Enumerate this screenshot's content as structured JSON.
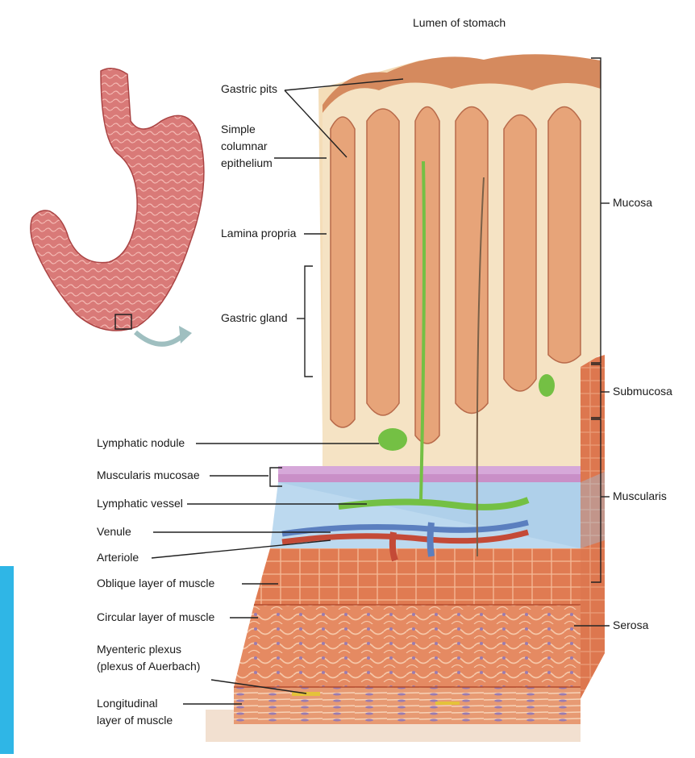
{
  "figure": {
    "colors": {
      "accent_bar": "#2fb6e6",
      "mucosa": "#e7a479",
      "gland": "#f4c9a2",
      "submucosa": "#bcd9ef",
      "muscle": "#e58a62",
      "lymph": "#74c044",
      "vein": "#5b7fbf",
      "artery": "#c44a37"
    },
    "labels": {
      "lumen": "Lumen of stomach",
      "gastric_pits": "Gastric pits",
      "simple_columnar": "Simple\ncolumnar\nepithelium",
      "lamina_propria": "Lamina propria",
      "gastric_gland": "Gastric gland",
      "lymphatic_nodule": "Lymphatic nodule",
      "muscularis_mucosae": "Muscularis mucosae",
      "lymphatic_vessel": "Lymphatic vessel",
      "venule": "Venule",
      "arteriole": "Arteriole",
      "oblique_layer": "Oblique layer of muscle",
      "circular_layer": "Circular layer of muscle",
      "myenteric_plexus": "Myenteric plexus\n(plexus of Auerbach)",
      "longitudinal_layer": "Longitudinal\nlayer of muscle",
      "mucosa": "Mucosa",
      "submucosa": "Submucosa",
      "muscularis": "Muscularis",
      "serosa": "Serosa"
    }
  }
}
